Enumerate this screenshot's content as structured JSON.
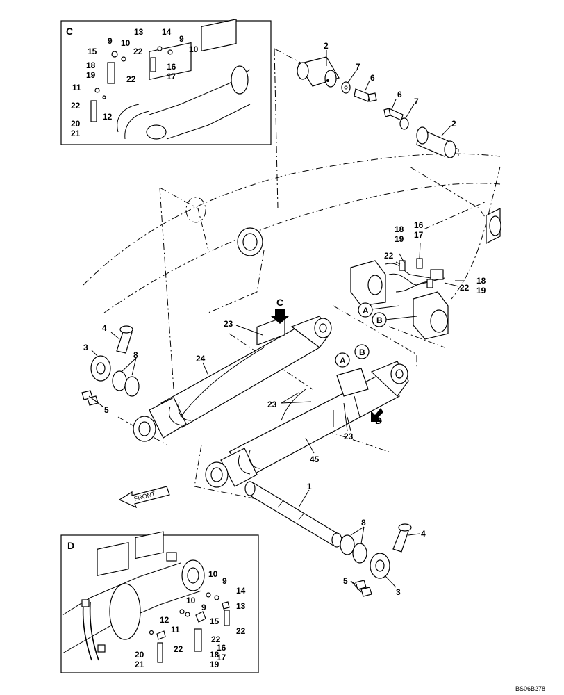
{
  "detail_c": {
    "letter": "C",
    "labels": [
      "13",
      "14",
      "9",
      "9",
      "10",
      "10",
      "15",
      "22",
      "16",
      "17",
      "18",
      "19",
      "22",
      "11",
      "12",
      "22",
      "20",
      "21"
    ]
  },
  "detail_d": {
    "letter": "D",
    "labels": [
      "10",
      "9",
      "14",
      "10",
      "13",
      "9",
      "15",
      "12",
      "11",
      "22",
      "22",
      "16",
      "17",
      "20",
      "21",
      "22",
      "18",
      "19"
    ]
  },
  "main_labels": {
    "pin_top_left": "2",
    "washer_top_left": "7",
    "bolt_top_left": "6",
    "bolt_top_right": "6",
    "washer_top_right": "7",
    "pin_top_right": "2",
    "right_upper_1": "18",
    "right_upper_2": "19",
    "right_upper_3": "16",
    "right_upper_4": "17",
    "right_upper_5": "22",
    "right_lower_1": "22",
    "right_lower_2": "18",
    "right_lower_3": "19",
    "bolt_left": "4",
    "washer_left": "3",
    "shims_left": "8",
    "nuts_left": "5",
    "hose_upper": "23",
    "cylinder_upper": "24",
    "hose_lower_a": "23",
    "hose_lower_b": "23",
    "cylinder_lower": "45",
    "main_pin": "1",
    "shims_right": "8",
    "bolt_right": "4",
    "nuts_right": "5",
    "washer_right": "3"
  },
  "view_letters": {
    "view_c": "C",
    "view_d": "D"
  },
  "circled": {
    "a1": "A",
    "b1": "B",
    "a2": "A",
    "b2": "B"
  },
  "front_label": "FRONT",
  "drawing_code": "BS06B278"
}
